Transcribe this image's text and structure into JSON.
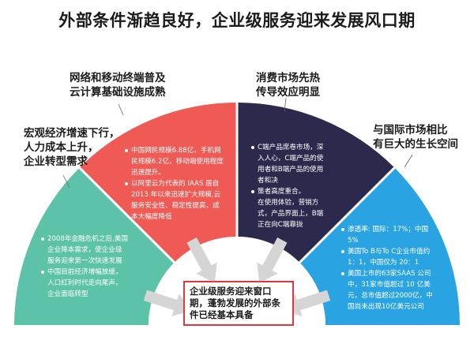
{
  "title": "外部条件渐趋良好，企业级服务迎来发展风口期",
  "colors": {
    "teal": "#5cc2a8",
    "red": "#ef5a55",
    "navy": "#2b2a4d",
    "blue": "#2aa3e3",
    "arrow": "#d5d5d5",
    "frame": "#d9393f"
  },
  "segments": [
    {
      "id": "teal",
      "caption": [
        "宏观经济增速下行，",
        "人力成本上升，",
        "企业转型需求"
      ],
      "bullets": [
        "2008年金融危机之后,美国企业降本需求，使企业级服务迎来第一次快速发展",
        "中国目前经济增幅放缓，人口红利时代走向尾声，企业面临转型"
      ]
    },
    {
      "id": "red",
      "caption": [
        "网络和移动终端普及",
        "云计算基础设施成熟"
      ],
      "bullets": [
        "中国网民规模6.88亿，手机网民规模6.2亿，移动端使用程度迅速提升。",
        "以阿里云为代表的 IAAS 层自 2013 年以来迅速扩大规模,云服务安全性、稳定性提高，成本大幅度降低"
      ]
    },
    {
      "id": "navy",
      "caption": [
        "消费市场先热",
        "传导效应明显"
      ],
      "bullets": [
        "C端产品席卷市场，深入人心，C端产品的使用者和B端产品的使用者和决",
        "策者高度重合。"
      ],
      "extra": "在使用体验，营销方式，产品界面上，B端正在向C端靠拢"
    },
    {
      "id": "blue",
      "caption": [
        "与国际市场相比",
        "有巨大的生长空间"
      ],
      "bullets": [
        "渗透率: 国际：17%；中国5%",
        "美国To B与To C企业市值约 1：1，中国仅为 20：1",
        "美国上市的63家SAAS 公司中，31家市值超过 10 亿美元，总市值超过2000亿，中国尚未出现10亿美元公司"
      ]
    }
  ],
  "center_text": "企业级服务迎来窗口期，蓬勃发展的外部条件已经基本具备"
}
